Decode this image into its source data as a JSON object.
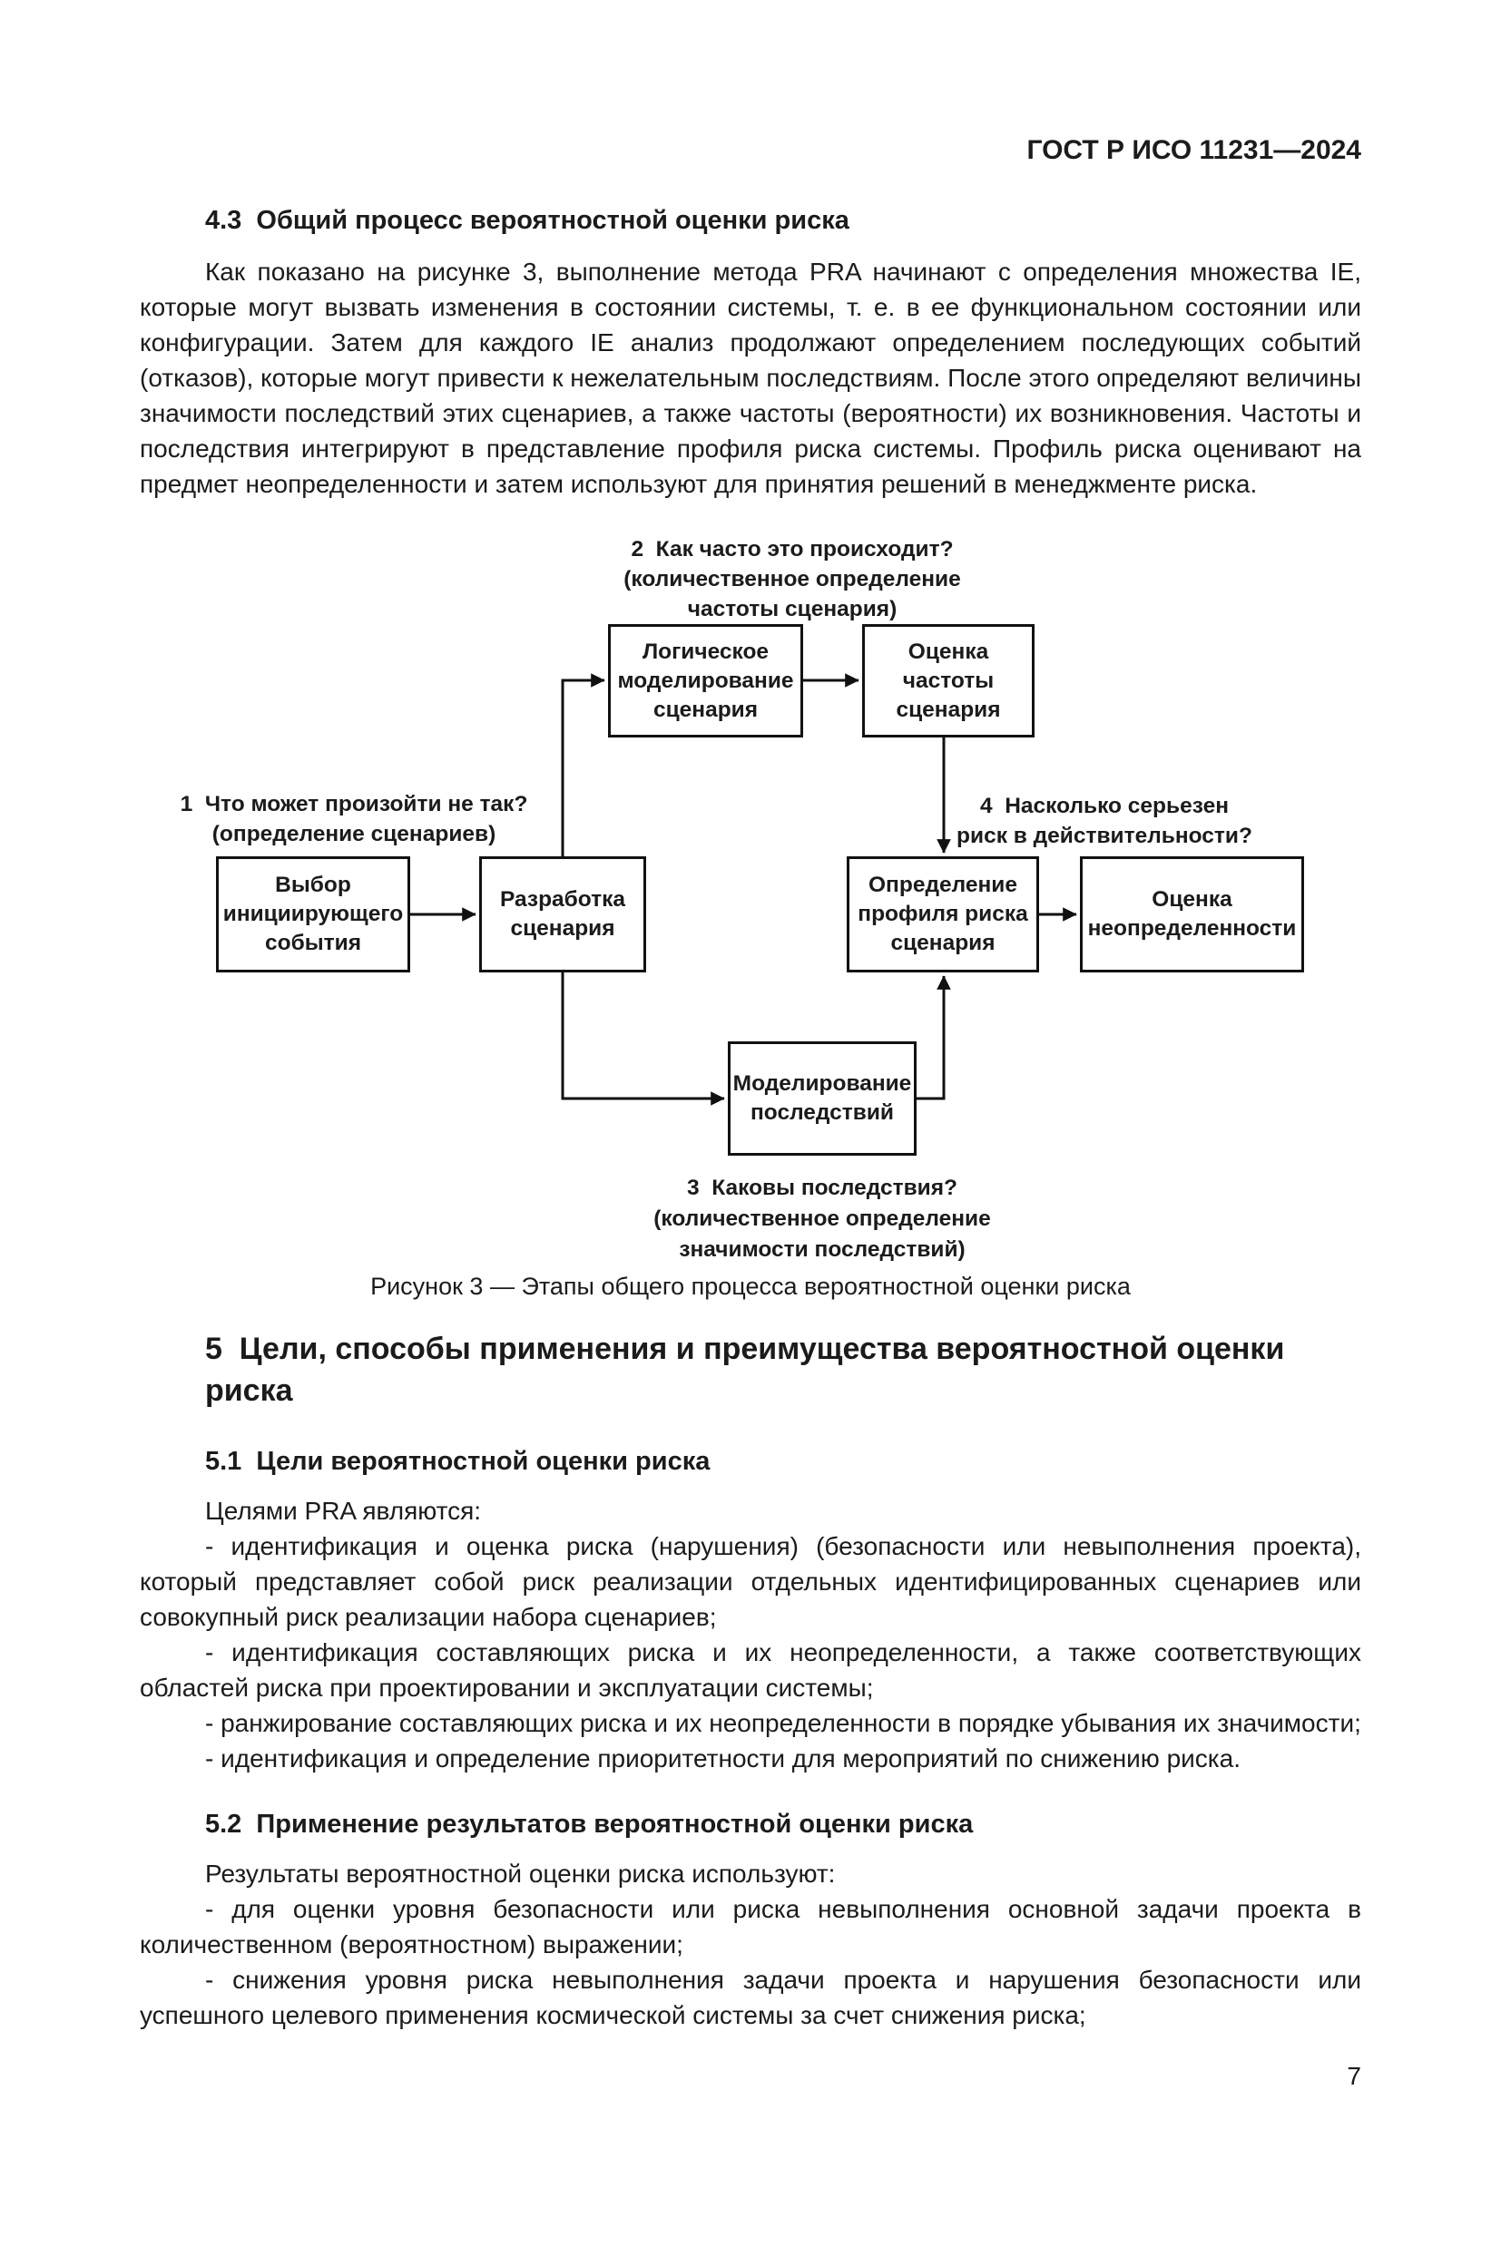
{
  "page": {
    "header": "ГОСТ Р ИСО 11231—2024",
    "page_number": "7"
  },
  "section_4_3": {
    "heading": "4.3  Общий процесс вероятностной оценки риска",
    "paragraph": "Как показано на рисунке 3, выполнение метода PRA начинают с определения множества IE, которые могут вызвать изменения в состоянии системы, т. е. в ее функциональном состоянии или конфигурации. Затем для каждого IE анализ продолжают определением последующих событий (отказов), которые могут привести к нежелательным последствиям. После этого определяют величины значимости последствий этих сценариев, а также частоты (вероятности) их возникновения. Частоты и последствия интегрируют в представление профиля риска системы. Профиль риска оценивают на предмет неопределенности и затем используют для принятия решений в менеджменте риска."
  },
  "figure": {
    "caption": "Рисунок 3 — Этапы общего процесса вероятностной оценки риска",
    "annotations": {
      "q1": "1  Что может произойти не так?\n(определение сценариев)",
      "q2": "2  Как часто это происходит?\n(количественное определение\nчастоты сценария)",
      "q3": "3  Каковы последствия?\n(количественное определение\nзначимости последствий)",
      "q4": "4  Насколько серьезен\nриск в действительности?"
    },
    "nodes": {
      "initiating_event": "Выбор\nинициирующего\nсобытия",
      "scenario_development": "Разработка\nсценария",
      "logic_modeling": "Логическое\nмоделирование\nсценария",
      "frequency_evaluation": "Оценка\nчастоты\nсценария",
      "risk_profile": "Определение\nпрофиля риска\nсценария",
      "uncertainty_evaluation": "Оценка\nнеопределенности",
      "consequence_modeling": "Моделирование\nпоследствий"
    }
  },
  "section_5": {
    "heading": "5  Цели, способы применения и преимущества вероятностной оценки риска",
    "s5_1": {
      "heading": "5.1  Цели вероятностной оценки риска",
      "intro": "Целями PRA являются:",
      "bullets": [
        "- идентификация и оценка риска (нарушения) (безопасности или невыполнения проекта), который представляет собой риск реализации отдельных идентифицированных сценариев или совокупный риск реализации набора сценариев;",
        "- идентификация составляющих риска и их неопределенности, а также соответствующих областей риска при проектировании и эксплуатации системы;",
        "- ранжирование составляющих риска и их неопределенности в порядке убывания их значимости;",
        "- идентификация и определение приоритетности для мероприятий по снижению риска."
      ]
    },
    "s5_2": {
      "heading": "5.2  Применение результатов вероятностной оценки риска",
      "intro": "Результаты вероятностной оценки риска используют:",
      "bullets": [
        "- для оценки уровня безопасности или риска невыполнения основной задачи проекта в количественном (вероятностном) выражении;",
        "- снижения уровня риска невыполнения задачи проекта и нарушения безопасности или успешного целевого применения космической системы за счет снижения риска;"
      ]
    }
  }
}
